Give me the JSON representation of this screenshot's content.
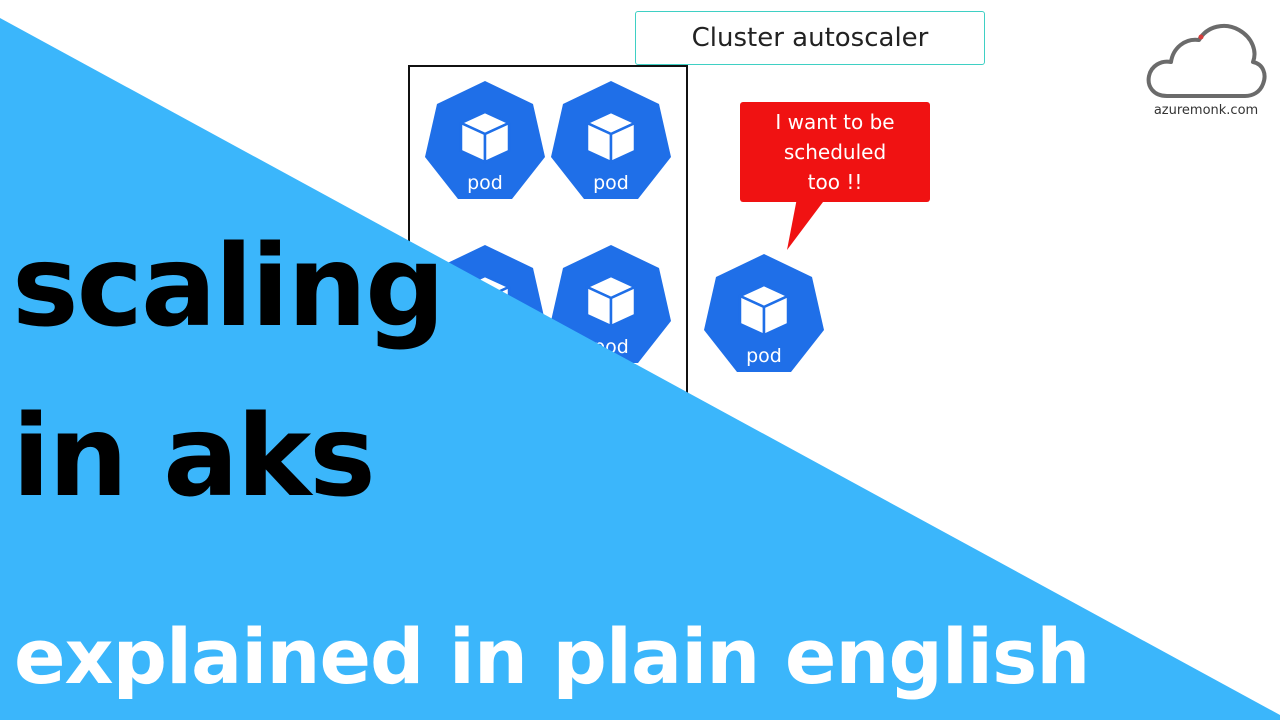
{
  "diagram": {
    "autoscaler_label": "Cluster autoscaler",
    "pod_label": "pod",
    "speech_bubble": "I want to be\nscheduled\ntoo !!"
  },
  "brand": {
    "site": "azuremonk.com",
    "icon": "cloud-icon"
  },
  "title": {
    "line1": "scaling",
    "line2": "in aks",
    "subtitle": "explained in plain english"
  },
  "colors": {
    "banner": "#3bb6fb",
    "pod": "#1f6fe8",
    "bubble": "#f01212",
    "autoscaler_border": "#3fd0c4"
  }
}
